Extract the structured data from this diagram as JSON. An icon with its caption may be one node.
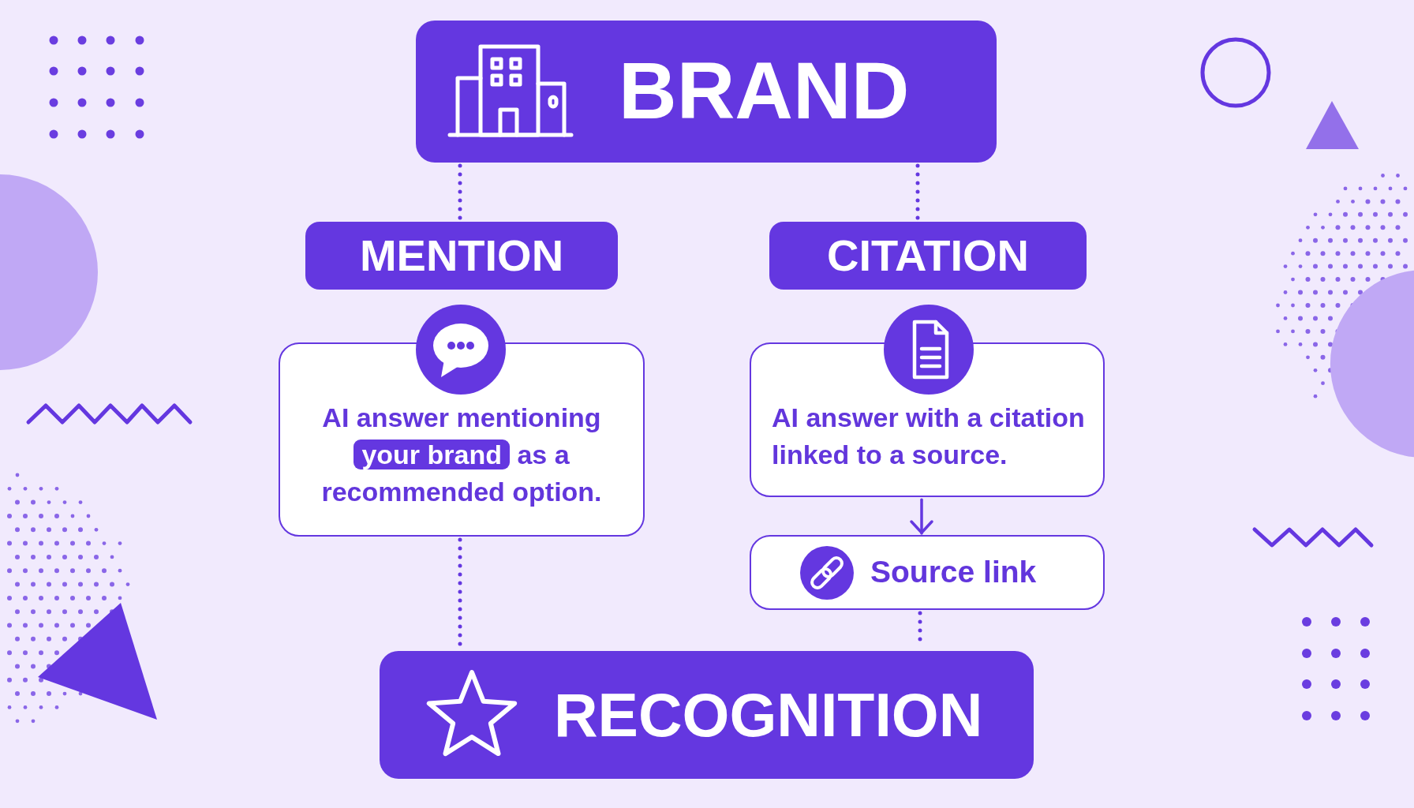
{
  "diagram": {
    "nodes": [
      {
        "text": [
          "BRAND"
        ]
      },
      {
        "text": [
          "MENTION"
        ]
      },
      {
        "text": [
          "CITATION"
        ]
      },
      {
        "text": [
          "AI answer mentioning **your brand** as a recommended option."
        ]
      },
      {
        "text": [
          "AI answer with a citation linked to a source."
        ]
      },
      {
        "text": [
          "Source link"
        ]
      },
      {
        "text": [
          "RECOGNITION"
        ]
      }
    ],
    "edges": [
      {
        "from": 0,
        "to": 1,
        "arrow": "none",
        "style": "dashed"
      },
      {
        "from": 0,
        "to": 2,
        "arrow": "none",
        "style": "dashed"
      },
      {
        "from": 3,
        "to": 6,
        "arrow": "none",
        "style": "dashed"
      },
      {
        "from": 4,
        "to": 5,
        "arrow": "to"
      },
      {
        "from": 5,
        "to": 6,
        "arrow": "none",
        "style": "dashed"
      }
    ]
  }
}
